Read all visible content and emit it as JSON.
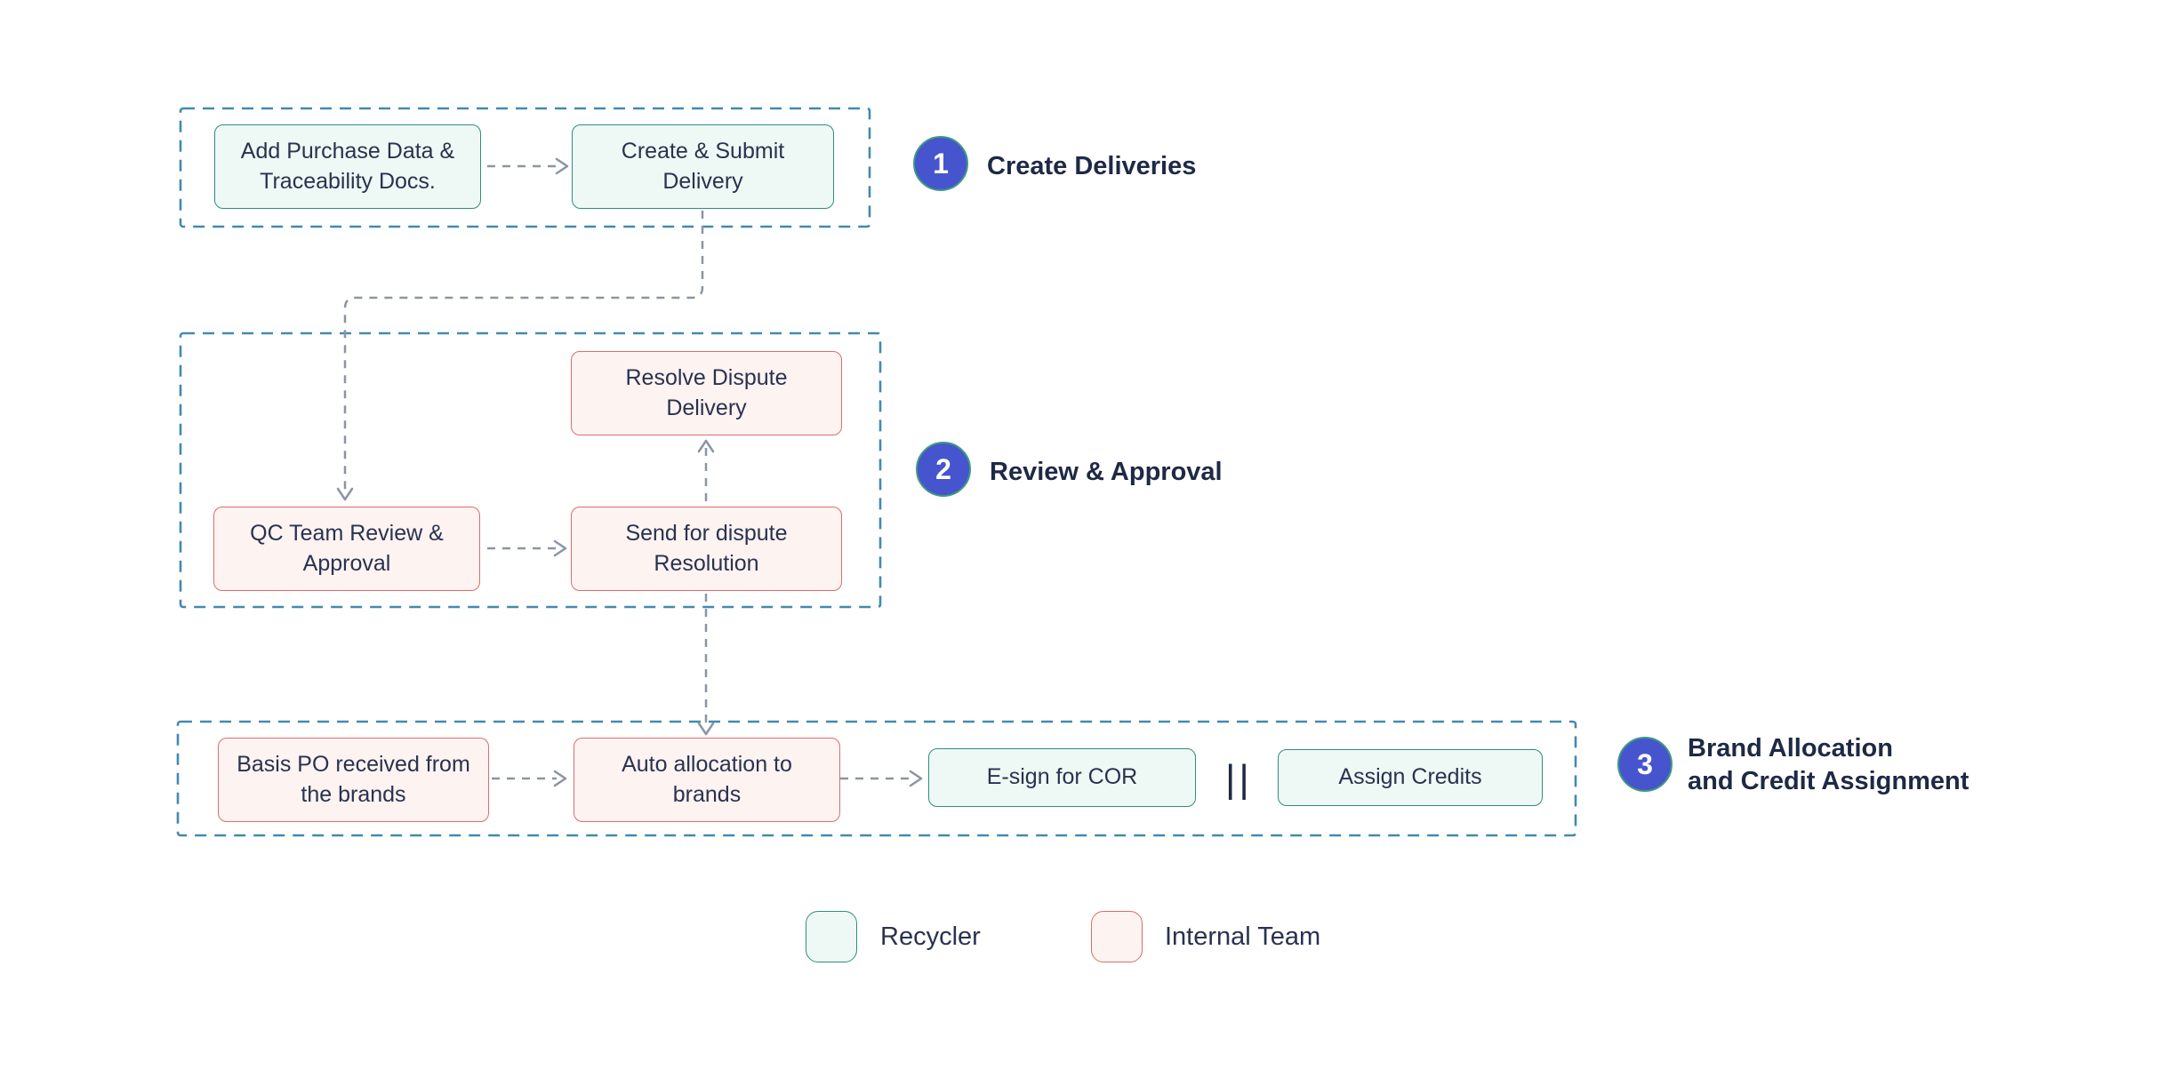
{
  "stages": [
    {
      "number": "1",
      "title": "Create Deliveries"
    },
    {
      "number": "2",
      "title": "Review & Approval"
    },
    {
      "number": "3",
      "title_line1": "Brand Allocation",
      "title_line2": "and Credit Assignment"
    }
  ],
  "nodes": {
    "add_purchase": {
      "label": "Add Purchase Data & Traceability Docs.",
      "owner": "Recycler"
    },
    "create_submit": {
      "label": "Create & Submit Delivery",
      "owner": "Recycler"
    },
    "resolve_dispute": {
      "label": "Resolve Dispute Delivery",
      "owner": "Internal Team"
    },
    "qc_review": {
      "label": "QC Team Review & Approval",
      "owner": "Internal Team"
    },
    "send_dispute": {
      "label": "Send for dispute Resolution",
      "owner": "Internal Team"
    },
    "basis_po": {
      "label": "Basis PO received from the brands",
      "owner": "Internal Team"
    },
    "auto_allocation": {
      "label": "Auto allocation to brands",
      "owner": "Internal Team"
    },
    "esign_cor": {
      "label": "E-sign for COR",
      "owner": "Recycler"
    },
    "assign_credits": {
      "label": "Assign Credits",
      "owner": "Recycler"
    }
  },
  "separator": "||",
  "legend": [
    {
      "label": "Recycler"
    },
    {
      "label": "Internal Team"
    }
  ],
  "colors": {
    "recycler-fill": "#eef9f5",
    "recycler-border": "#2f8d7c",
    "internal-fill": "#fdf3f1",
    "internal-border": "#dd6e68",
    "group-border": "#4489b0",
    "connector": "#8b95a3",
    "badge": "#4655cd",
    "badge-ring": "#3f9b81",
    "node-text": "#29324f",
    "title-text": "#1e2945"
  }
}
